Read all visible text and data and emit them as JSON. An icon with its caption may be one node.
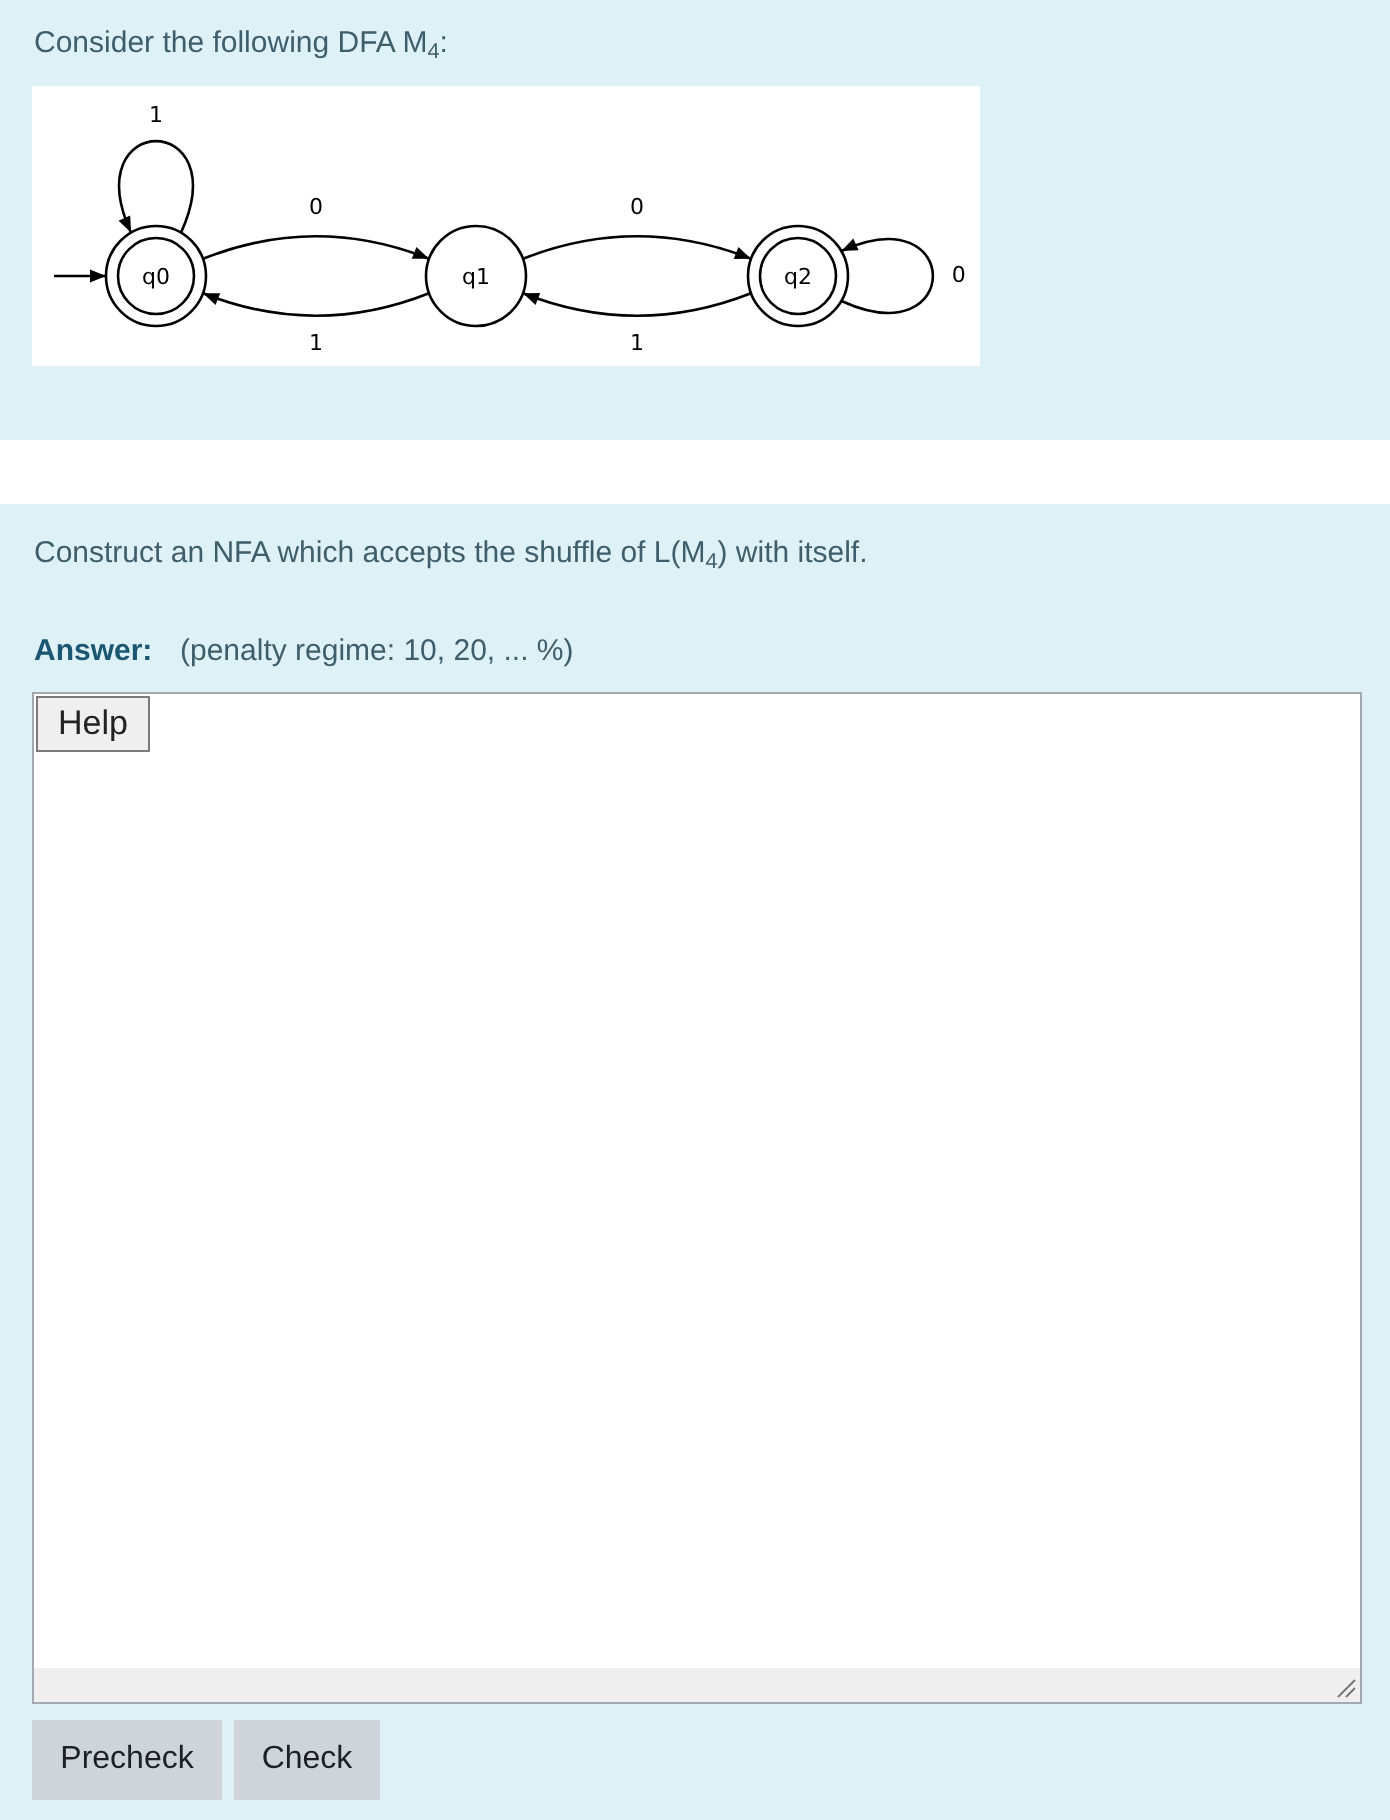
{
  "diagram": {
    "nodes": [
      {
        "text": [
          "q0"
        ]
      },
      {
        "text": [
          "q1"
        ]
      },
      {
        "text": [
          "q2"
        ]
      }
    ],
    "edges": [
      {
        "from": null,
        "to": 0,
        "arrow": "to"
      },
      {
        "from": 0,
        "to": 0,
        "arrow": "to",
        "label": "1"
      },
      {
        "from": 0,
        "to": 1,
        "arrow": "to",
        "label": "0"
      },
      {
        "from": 1,
        "to": 0,
        "arrow": "to",
        "label": "1"
      },
      {
        "from": 1,
        "to": 2,
        "arrow": "to",
        "label": "0"
      },
      {
        "from": 2,
        "to": 1,
        "arrow": "to",
        "label": "1"
      },
      {
        "from": 2,
        "to": 2,
        "arrow": "to",
        "label": "0"
      }
    ],
    "labels": [
      "Consider the following DFA M$_{4}$:",
      "Construct an NFA which accepts the shuffle of L(M$_{4}$) with itself.",
      "Answer:",
      "(penalty regime: 10, 20, ... %)",
      "Help",
      "Precheck",
      "Check"
    ]
  }
}
